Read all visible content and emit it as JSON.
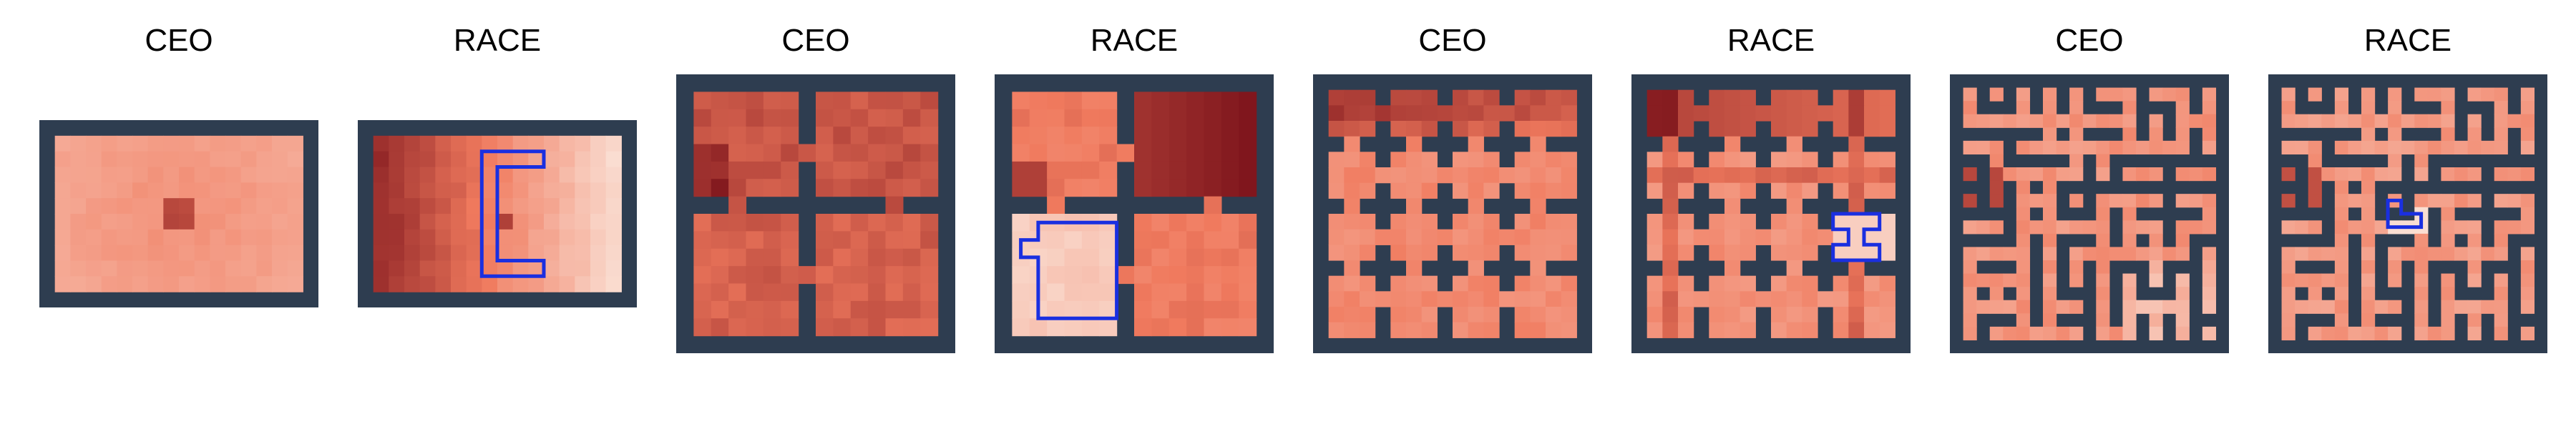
{
  "colors": {
    "wall": "#2e3d50",
    "heat_low": "#fbe9df",
    "heat_mid": "#f07a5e",
    "heat_high": "#6e0612",
    "region_outline": "#1a2fe0"
  },
  "panels": [
    {
      "title": "CEO",
      "maze": "open-room"
    },
    {
      "title": "RACE",
      "maze": "open-room",
      "highlight": "c-shaped region"
    },
    {
      "title": "CEO",
      "maze": "four-rooms"
    },
    {
      "title": "RACE",
      "maze": "four-rooms",
      "highlight": "bottom-left room"
    },
    {
      "title": "CEO",
      "maze": "grid-rooms"
    },
    {
      "title": "RACE",
      "maze": "grid-rooms",
      "highlight": "small cell right side"
    },
    {
      "title": "CEO",
      "maze": "labyrinth"
    },
    {
      "title": "RACE",
      "maze": "labyrinth",
      "highlight": "small L region center"
    }
  ]
}
